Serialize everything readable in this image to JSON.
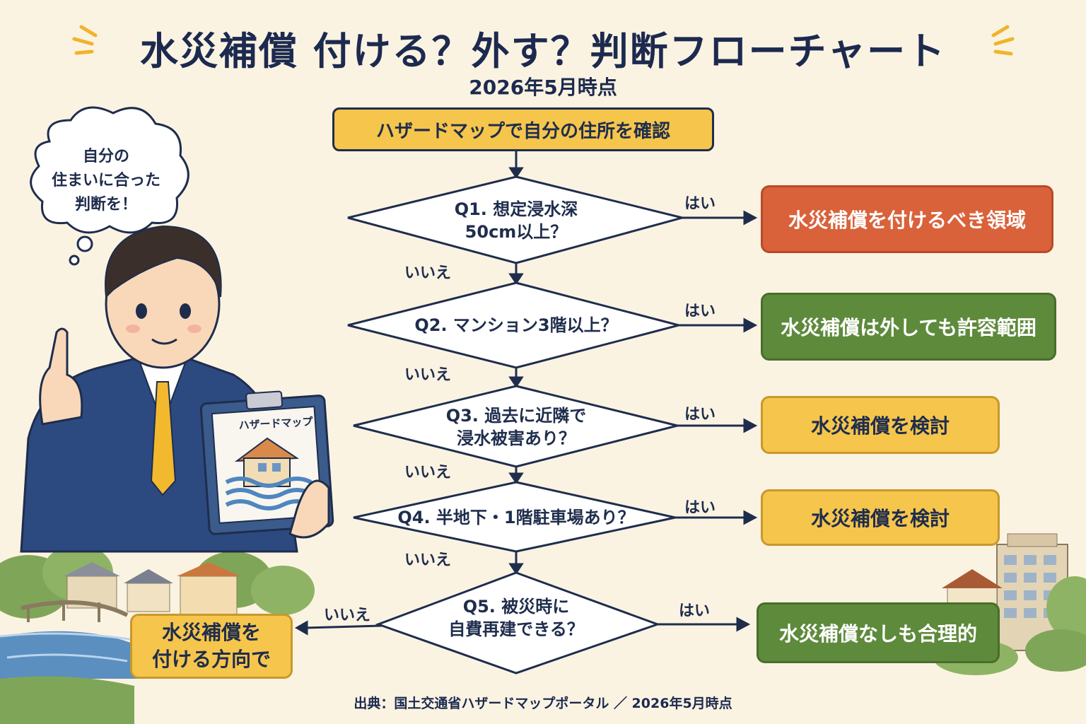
{
  "title": "水災補償 付ける？外す？判断フローチャート",
  "subtitle": "2026年5月時点",
  "start": "ハザードマップで自分の住所を確認",
  "questions": [
    {
      "text": "Q1. 想定浸水深\n50cm以上？"
    },
    {
      "text": "Q2. マンション3階以上？"
    },
    {
      "text": "Q3. 過去に近隣で\n浸水被害あり？"
    },
    {
      "text": "Q4. 半地下・1階駐車場あり？"
    },
    {
      "text": "Q5. 被災時に\n自費再建できる？"
    }
  ],
  "labels": {
    "yes": "はい",
    "no": "いいえ"
  },
  "results": [
    {
      "text": "水災補償を付けるべき領域",
      "color": "#d9623b"
    },
    {
      "text": "水災補償は外しても許容範囲",
      "color": "#5e8a3c"
    },
    {
      "text": "水災補償を検討",
      "color": "#f6c54c"
    },
    {
      "text": "水災補償を検討",
      "color": "#f6c54c"
    },
    {
      "text": "水災補償なしも合理的",
      "color": "#5e8a3c"
    },
    {
      "text": "水災補償を\n付ける方向で",
      "color": "#f6c54c"
    }
  ],
  "bubble": "自分の\n住まいに合った\n判断を！",
  "clipboard_label": "ハザードマップ",
  "footer": "出典：国土交通省ハザードマップポータル ／ 2026年5月時点",
  "icons": [
    "sparkle-icon",
    "thought-bubble-icon",
    "clipboard-icon",
    "house-flood-icon",
    "apartment-icon"
  ]
}
